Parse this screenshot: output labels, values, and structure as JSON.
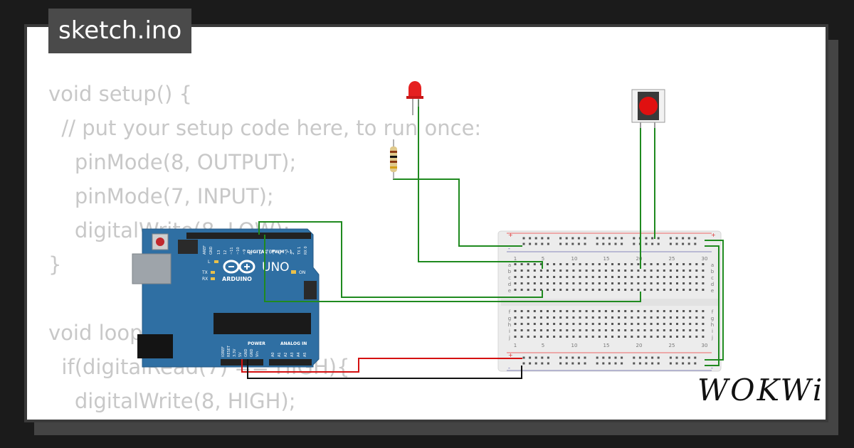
{
  "title": "sketch.ino",
  "brand": "WOKWi",
  "code_lines": [
    "void setup() {",
    "  // put your setup code here, to run once:",
    "    pinMode(8, OUTPUT);",
    "    pinMode(7, INPUT);",
    "    digitalWrite(8, LOW);",
    "}",
    "",
    "void loop() {",
    "  if(digitalRead(7) == HIGH){",
    "    digitalWrite(8, HIGH);",
    "  }"
  ],
  "arduino": {
    "model": "UNO",
    "brand": "ARDUINO",
    "digital_header": "DIGITAL (PWM ~)",
    "power_label": "POWER",
    "analog_label": "ANALOG IN",
    "on_label": "ON",
    "l_label": "L",
    "tx_label": "TX",
    "rx_label": "RX",
    "top_pins": [
      "AREF",
      "GND",
      "13",
      "12",
      "~11",
      "~10",
      "~9",
      "8",
      "7",
      "~6",
      "~5",
      "4",
      "~3",
      "2",
      "TX 1",
      "RX 0"
    ],
    "power_pins": [
      "IOREF",
      "RESET",
      "3.3V",
      "5V",
      "GND",
      "GND",
      "Vin"
    ],
    "analog_pins": [
      "A0",
      "A1",
      "A2",
      "A3",
      "A4",
      "A5"
    ]
  },
  "breadboard": {
    "column_numbers": [
      "1",
      "5",
      "10",
      "15",
      "20",
      "25",
      "30"
    ],
    "rows_top": [
      "a",
      "b",
      "c",
      "d",
      "e"
    ],
    "rows_bottom": [
      "f",
      "g",
      "h",
      "i",
      "j"
    ],
    "plus": "+",
    "minus": "-"
  },
  "colors": {
    "wire_green": "#1f8a1f",
    "wire_red": "#d41111",
    "wire_black": "#111111",
    "board_blue": "#2f6fa3",
    "led_red": "#e52020",
    "button_red": "#e01010"
  }
}
